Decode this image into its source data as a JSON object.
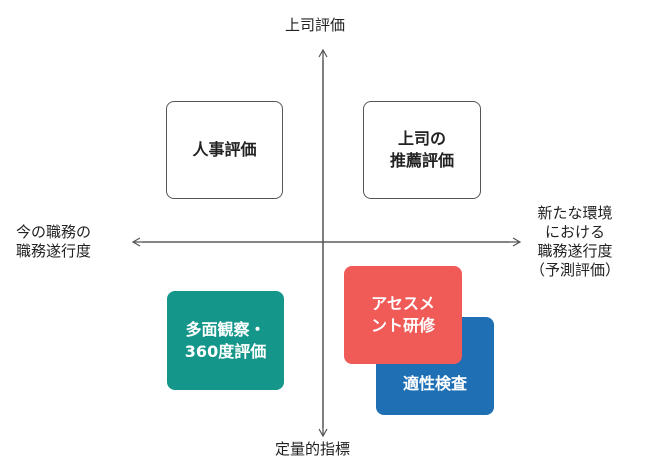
{
  "axes": {
    "top": "上司評価",
    "bottom": "定量的指標",
    "left": "今の職務の\n職務遂行度",
    "right": "新たな環境\nにおける\n職務遂行度\n（予測評価）"
  },
  "boxes": {
    "jinji": "人事評価",
    "joshi": "上司の\n推薦評価",
    "tamen": "多面観察・\n360度評価",
    "assessment": "アセスメ\nント研修",
    "tekisei": "適性検査"
  },
  "colors": {
    "teal": "#14968a",
    "red": "#f05a57",
    "blue": "#1f6fb5",
    "axis": "#555555"
  }
}
